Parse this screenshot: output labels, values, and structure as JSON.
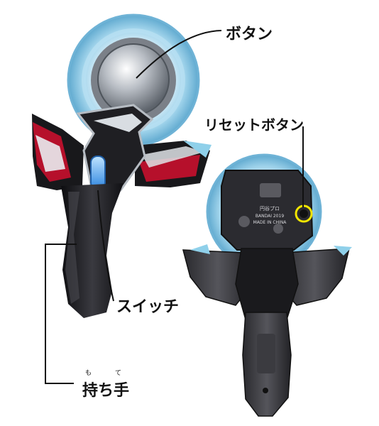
{
  "labels": {
    "button": "ボタン",
    "reset_button": "リセットボタン",
    "switch": "スイッチ",
    "grip": "持ち手",
    "grip_ruby_1": "も",
    "grip_ruby_2": "て"
  },
  "back_printing": {
    "line1": "円谷プロ",
    "line2": "BANDAI 2019",
    "line3": "MADE IN CHINA"
  },
  "colors": {
    "lens_ring": "#8fc9e3",
    "button_silver": "#c9cdd2",
    "body_black": "#1c1c1f",
    "accent_red": "#c8102e",
    "switch_blue": "#5aa8f0",
    "reset_highlight": "#f2e600"
  }
}
